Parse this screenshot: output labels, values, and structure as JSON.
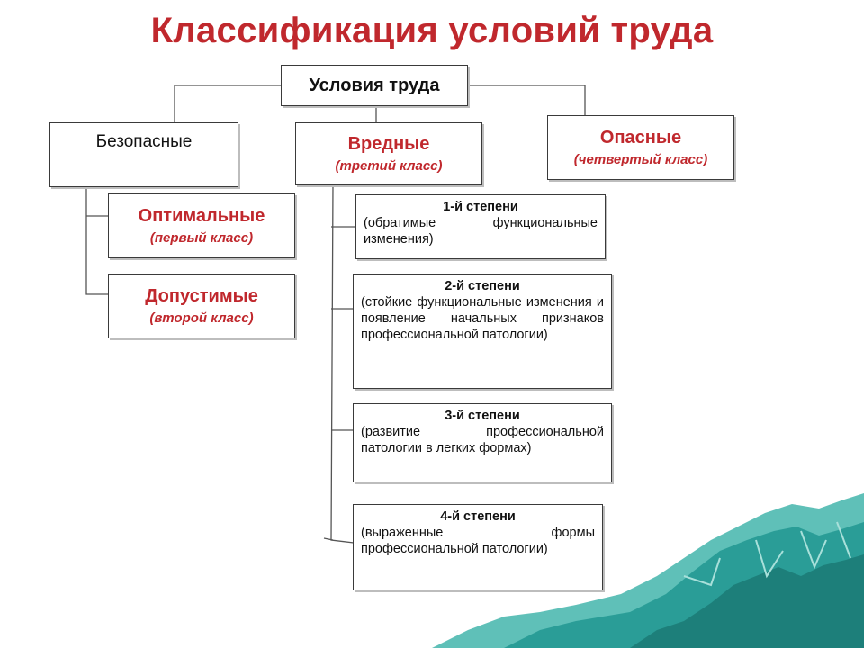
{
  "title": "Классификация условий труда",
  "root": "Условия труда",
  "safe": {
    "label": "Безопасные"
  },
  "harmful": {
    "label": "Вредные",
    "sub": "(третий класс)"
  },
  "dangerous": {
    "label": "Опасные",
    "sub": "(четвертый класс)"
  },
  "optimal": {
    "label": "Оптимальные",
    "sub": "(первый класс)"
  },
  "allowed": {
    "label": "Допустимые",
    "sub": "(второй  класс)"
  },
  "degrees": [
    {
      "head": "1-й степени",
      "body": "(обратимые функциональные изменения)"
    },
    {
      "head": "2-й степени",
      "body": "(стойкие функциональные изменения и появление начальных признаков профессиональной патологии)"
    },
    {
      "head": "3-й степени",
      "body": "(развитие профессиональной патологии в легких формах)"
    },
    {
      "head": "4-й степени",
      "body": "(выраженные формы профессиональной патологии)"
    }
  ],
  "colors": {
    "accent": "#c0282d",
    "mountain": "#2a9d97"
  }
}
